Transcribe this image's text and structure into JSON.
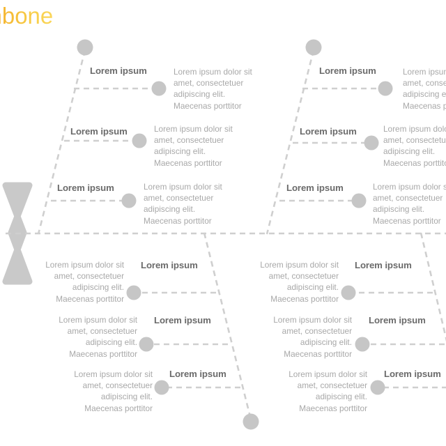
{
  "page": {
    "title": "shbone",
    "background_color": "#ffffff",
    "title_gradient_from": "#f0a21e",
    "title_gradient_to": "#fad65a",
    "heading_color": "#6b6b6b",
    "body_color": "#a8a8a8",
    "bone_color": "#cfcfcf",
    "dot_color": "#c6c6c6",
    "tail_color": "#c8c8c8"
  },
  "diagram": {
    "type": "fishbone",
    "spine_label": "main-spine",
    "groups": [
      {
        "id": "top-left",
        "position": "upper-left",
        "text_align": "left",
        "branches": [
          {
            "heading": "Lorem ipsum",
            "body": "Lorem ipsum dolor sit\namet, consectetuer\nadipiscing elit.\nMaecenas porttitor"
          },
          {
            "heading": "Lorem ipsum",
            "body": "Lorem ipsum dolor sit\namet, consectetuer\nadipiscing elit.\nMaecenas porttitor"
          },
          {
            "heading": "Lorem ipsum",
            "body": "Lorem ipsum dolor sit\namet, consectetuer\nadipiscing elit.\nMaecenas porttitor"
          }
        ]
      },
      {
        "id": "top-right",
        "position": "upper-right",
        "text_align": "left",
        "branches": [
          {
            "heading": "Lorem ipsum",
            "body": "Lorem ipsum dolor sit\namet, consectetuer\nadipiscing elit.\nMaecenas porttitor"
          },
          {
            "heading": "Lorem ipsum",
            "body": "Lorem ipsum dolor sit\namet, consectetuer\nadipiscing elit.\nMaecenas porttitor"
          },
          {
            "heading": "Lorem ipsum",
            "body": "Lorem ipsum dolor sit\namet, consectetuer\nadipiscing elit.\nMaecenas porttitor"
          }
        ]
      },
      {
        "id": "bottom-left",
        "position": "lower-left",
        "text_align": "right",
        "branches": [
          {
            "heading": "Lorem ipsum",
            "body": "Lorem ipsum dolor sit\namet, consectetuer\nadipiscing elit.\nMaecenas porttitor"
          },
          {
            "heading": "Lorem ipsum",
            "body": "Lorem ipsum dolor sit\namet, consectetuer\nadipiscing elit.\nMaecenas porttitor"
          },
          {
            "heading": "Lorem ipsum",
            "body": "Lorem ipsum dolor sit\namet, consectetuer\nadipiscing elit.\nMaecenas porttitor"
          }
        ]
      },
      {
        "id": "bottom-right",
        "position": "lower-right",
        "text_align": "right",
        "branches": [
          {
            "heading": "Lorem ipsum",
            "body": "Lorem ipsum dolor sit\namet, consectetuer\nadipiscing elit.\nMaecenas porttitor"
          },
          {
            "heading": "Lorem ipsum",
            "body": "Lorem ipsum dolor sit\namet, consectetuer\nadipiscing elit.\nMaecenas porttitor"
          },
          {
            "heading": "Lorem ipsum",
            "body": "Lorem ipsum dolor sit\namet, consectetuer\nadipiscing elit.\nMaecenas porttitor"
          }
        ]
      }
    ]
  }
}
